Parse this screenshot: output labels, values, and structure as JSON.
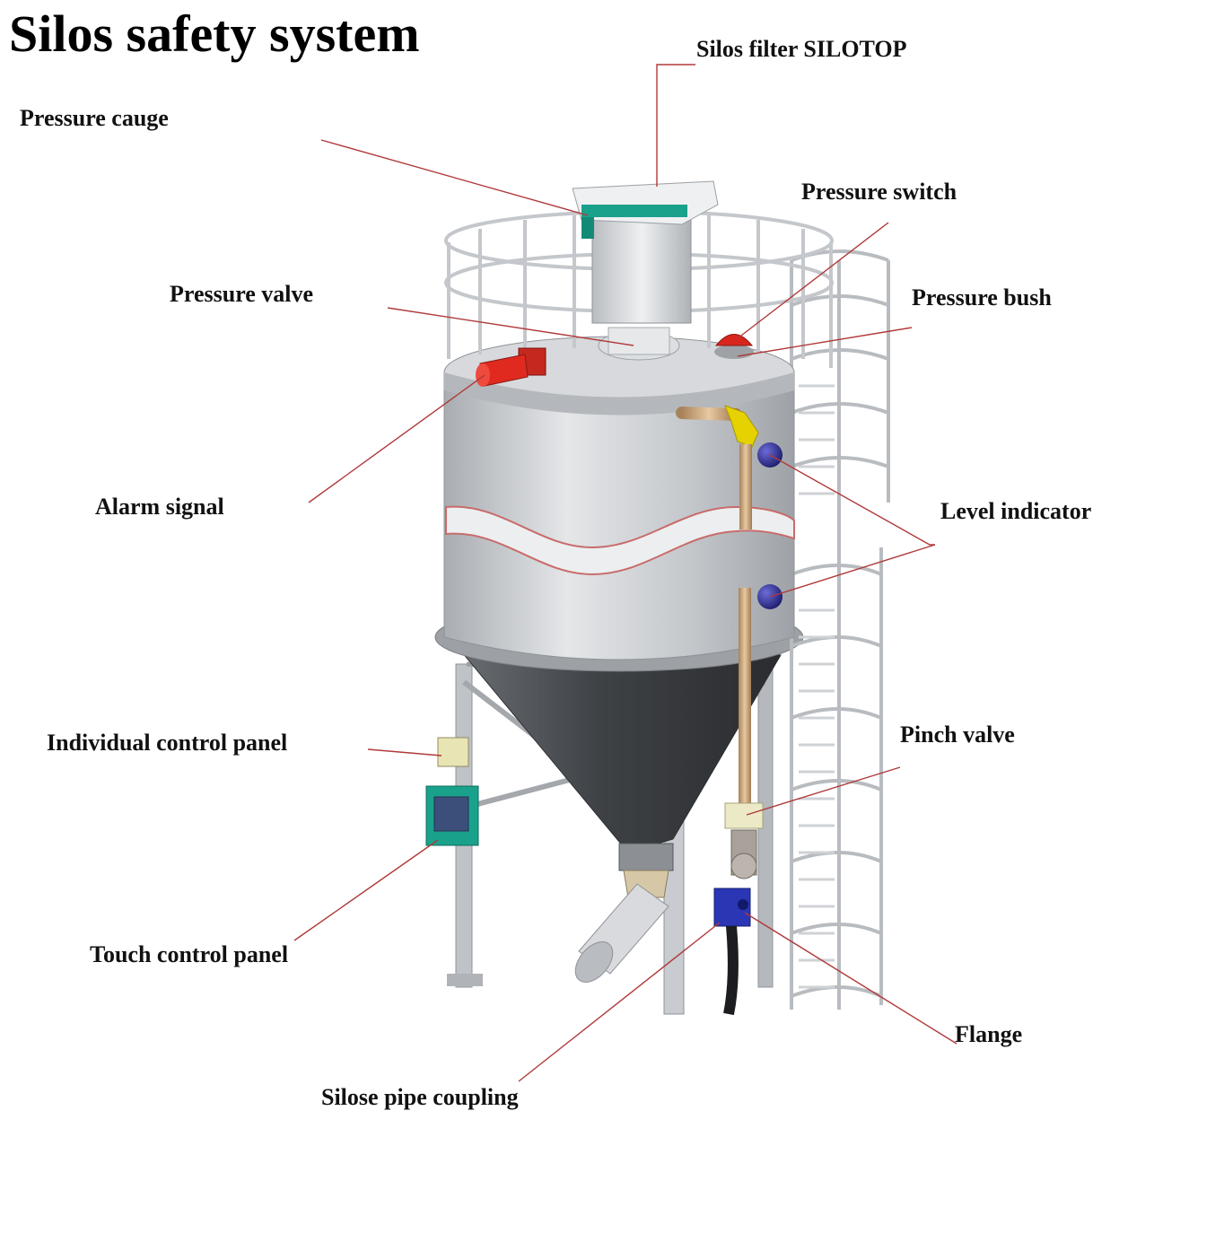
{
  "title": "Silos safety system",
  "labels": {
    "silos_filter": "Silos filter SILOTOP",
    "pressure_gauge": "Pressure cauge",
    "pressure_switch": "Pressure switch",
    "pressure_valve": "Pressure valve",
    "pressure_bush": "Pressure bush",
    "alarm_signal": "Alarm signal",
    "level_indicator": "Level indicator",
    "individual_control_panel": "Individual control panel",
    "pinch_valve": "Pinch valve",
    "touch_control_panel": "Touch control panel",
    "flange": "Flange",
    "pipe_coupling": "Silose pipe coupling"
  },
  "colors": {
    "leader_line": "#b03a3a",
    "silo_body": "#c9ccd0",
    "alarm": "#e02a1f",
    "level_indicator": "#2b2a8c",
    "filter_accent": "#1aa18c",
    "pipe": "#c9a47a",
    "elbow": "#e6d200"
  }
}
